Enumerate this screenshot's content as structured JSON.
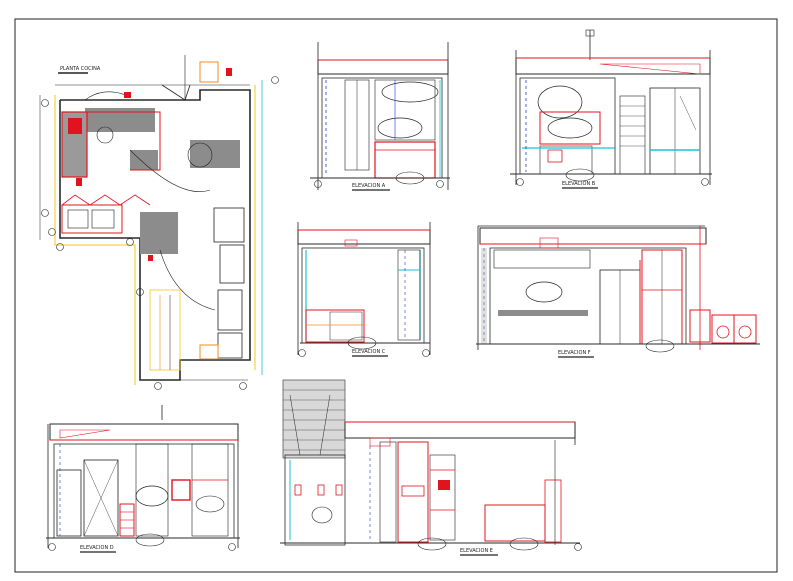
{
  "sheet": {
    "border_color": "#000000",
    "plan": {
      "title": "PLANTA COCINA"
    },
    "elevations": {
      "a": {
        "title": "ELEVACION A"
      },
      "b": {
        "title": "ELEVACION B"
      },
      "c": {
        "title": "ELEVACION C"
      },
      "d": {
        "title": "ELEVACION D"
      },
      "e": {
        "title": "ELEVACION E"
      },
      "f": {
        "title": "ELEVACION F"
      }
    }
  },
  "palette": {
    "outline": "#2a2a2a",
    "red": "#e0141e",
    "cyan": "#19c3d2",
    "blue": "#1a3cd6",
    "yellow": "#f2c81e",
    "orange": "#f08c1e",
    "grey_fill": "#8c8c8c",
    "magenta": "#d21ea0",
    "green": "#1ea03c"
  }
}
